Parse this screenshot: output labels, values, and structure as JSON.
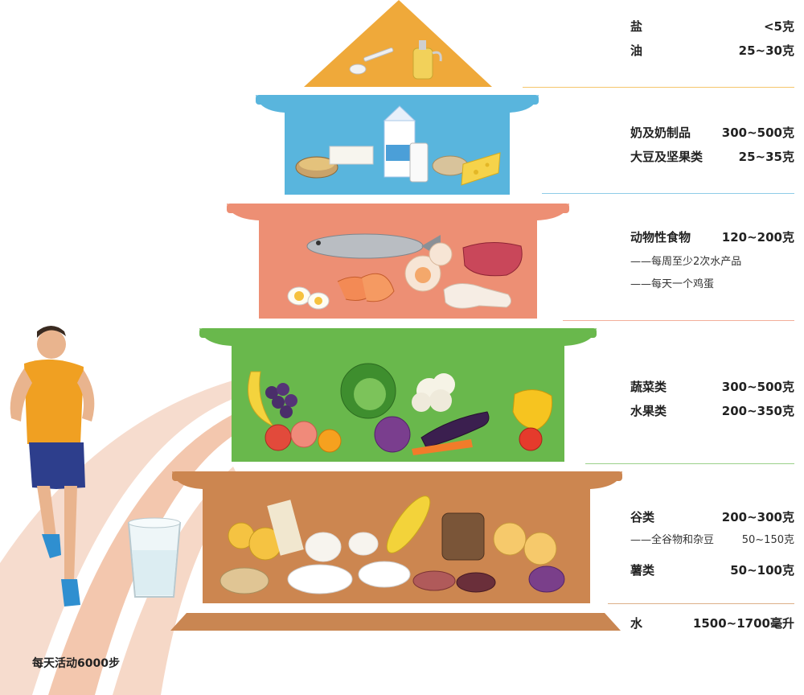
{
  "colors": {
    "tier_top": "#EFA93A",
    "tier_2": "#59B5DD",
    "tier_3": "#ED8F74",
    "tier_4": "#69B84C",
    "tier_5": "#CC8650",
    "base": "#C98652",
    "track": "#F3C7AE",
    "line_salt": "#F5C66B",
    "line_dairy": "#8ECCE8",
    "line_meat": "#F2AE9A",
    "line_veg": "#9BD08A",
    "line_grain": "#DDB088"
  },
  "tiers": [
    {
      "items": [
        {
          "name": "盐",
          "amount": "<5克"
        },
        {
          "name": "油",
          "amount": "25~30克"
        }
      ],
      "icons": [
        "salt-spoon-icon",
        "oil-bottle-icon"
      ]
    },
    {
      "items": [
        {
          "name": "奶及奶制品",
          "amount": "300~500克"
        },
        {
          "name": "大豆及坚果类",
          "amount": "25~35克"
        }
      ],
      "icons": [
        "soybean-bowl-icon",
        "tofu-icon",
        "milk-carton-icon",
        "milk-glass-icon",
        "nuts-icon",
        "cheese-icon"
      ]
    },
    {
      "items": [
        {
          "name": "动物性食物",
          "amount": "120~200克"
        }
      ],
      "notes": [
        "——每周至少2次水产品",
        "——每天一个鸡蛋"
      ],
      "icons": [
        "fish-icon",
        "egg-icon",
        "shrimp-icon",
        "scallop-icon",
        "beef-icon",
        "chicken-leg-icon"
      ]
    },
    {
      "items": [
        {
          "name": "蔬菜类",
          "amount": "300~500克"
        },
        {
          "name": "水果类",
          "amount": "200~350克"
        }
      ],
      "icons": [
        "banana-icon",
        "grapes-icon",
        "apple-icon",
        "cabbage-icon",
        "cauliflower-icon",
        "eggplant-icon",
        "pepper-icon",
        "tomato-icon",
        "carrot-icon",
        "orange-icon"
      ]
    },
    {
      "items": [
        {
          "name": "谷类",
          "amount": "200~300克"
        },
        {
          "name": "薯类",
          "amount": "50~100克"
        }
      ],
      "notes": [
        {
          "text": "——全谷物和杂豆",
          "amount": "50~150克"
        }
      ],
      "icons": [
        "potato-icon",
        "noodles-icon",
        "bun-icon",
        "corn-icon",
        "bread-icon",
        "rice-bowl-icon",
        "sweet-potato-icon",
        "beans-icon"
      ]
    }
  ],
  "water": {
    "name": "水",
    "amount": "1500~1700毫升"
  },
  "activity": {
    "label": "每天活动6000步"
  }
}
